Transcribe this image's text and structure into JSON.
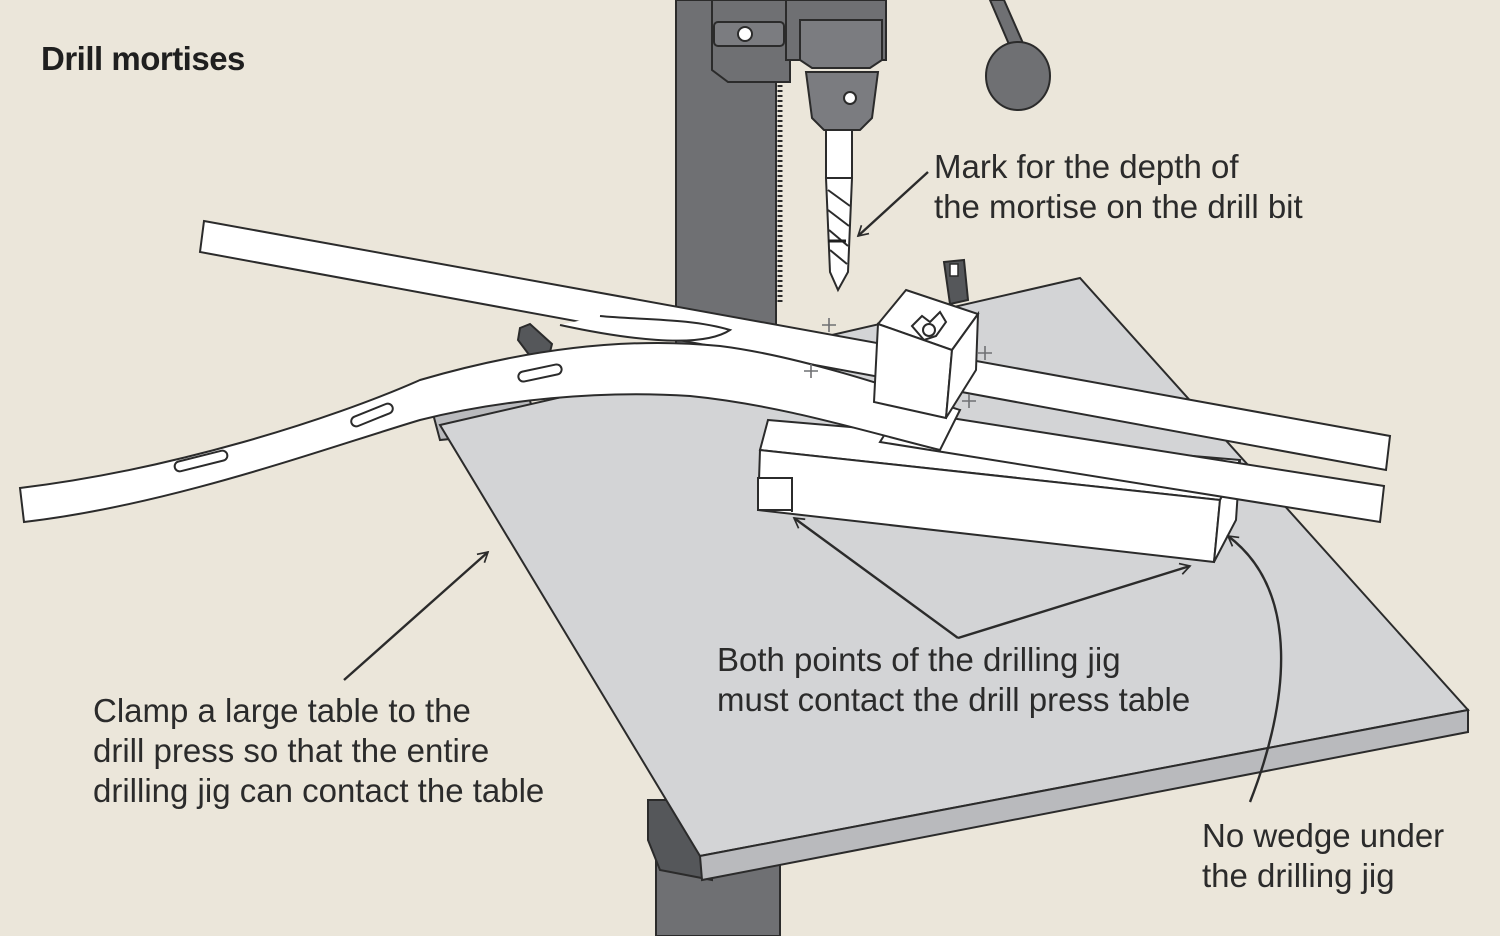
{
  "title": "Drill mortises",
  "labels": {
    "depth": {
      "line1": "Mark for the depth of",
      "line2": "the mortise on the drill bit"
    },
    "contact": {
      "line1": "Both points of the drilling jig",
      "line2": "must contact the drill press table"
    },
    "clamp": {
      "line1": "Clamp a large table to the",
      "line2": "drill press so that the entire",
      "line3": "drilling jig can contact the table"
    },
    "wedge": {
      "line1": "No wedge under",
      "line2": "the drilling jig"
    }
  },
  "colors": {
    "background": "#ebe6da",
    "metal": "#6f7073",
    "metal_dark": "#55575a",
    "table_top": "#d3d4d6",
    "table_edge": "#b9babd",
    "wood": "#ffffff",
    "ink": "#2b2b2b"
  }
}
